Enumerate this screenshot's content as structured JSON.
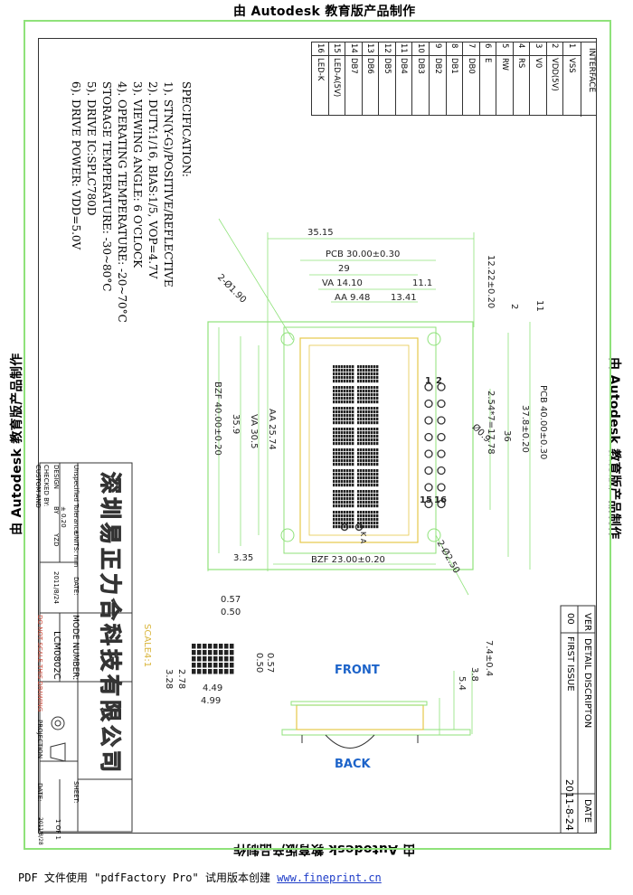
{
  "watermark": {
    "text": "由 Autodesk 教育版产品制作"
  },
  "interface_table": {
    "header": "INTERFACE",
    "rows": [
      {
        "no": "1",
        "name": "VSS"
      },
      {
        "no": "2",
        "name": "VDD(5V)"
      },
      {
        "no": "3",
        "name": "V0"
      },
      {
        "no": "4",
        "name": "RS"
      },
      {
        "no": "5",
        "name": "RW"
      },
      {
        "no": "6",
        "name": "E"
      },
      {
        "no": "7",
        "name": "DB0"
      },
      {
        "no": "8",
        "name": "DB1"
      },
      {
        "no": "9",
        "name": "DB2"
      },
      {
        "no": "10",
        "name": "DB3"
      },
      {
        "no": "11",
        "name": "DB4"
      },
      {
        "no": "12",
        "name": "DB5"
      },
      {
        "no": "13",
        "name": "DB6"
      },
      {
        "no": "14",
        "name": "DB7"
      },
      {
        "no": "15",
        "name": "LED-A(5V)"
      },
      {
        "no": "16",
        "name": "LED-K"
      }
    ]
  },
  "specification": {
    "title": "SPECIFICATION:",
    "lines": [
      "1). STN(Y-G)/POSITIVE/REFLECTIVE",
      "2). DUTY:1/16, BIAS:1/5, VOP=4.7V",
      "3). VIEWING ANGLE: 6 O'CLOCK",
      "4). OPERATING TEMPERATURE: -20~70°C",
      "     STORAGE TEMPERATURE: -30~80°C",
      "5). DRIVE IC:SPLC780D",
      "6). DRIVE POWER: VDD=5.0V"
    ]
  },
  "dimensions": {
    "d3515": "35.15",
    "pcb_width": "PCB 30.00±0.30",
    "d29": "29",
    "va_width": "VA 14.10",
    "d111": "11.1",
    "aa_width": "AA 9.48",
    "d1341": "13.41",
    "d1222": "12.22±0.20",
    "d2": "2",
    "d11": "11",
    "hole_top": "2-Ø1.90",
    "pin_pitch": "2.54*7=17.78",
    "d36": "36",
    "pcb_height": "PCB 40.00±0.30",
    "d378": "37.8±0.20",
    "pin_dia": "Ø0.9",
    "bzf_height": "BZF 40.00±0.20",
    "d359": "35.9",
    "va_height": "VA 30.5",
    "aa_height": "AA 25.74",
    "d335": "3.35",
    "bzf_width": "BZF 23.00±0.20",
    "hole_bottom": "2-Ø2.50",
    "pin_2": "2",
    "pin_1": "1",
    "pin_16": "16",
    "pin_15": "15",
    "ka": "K A",
    "d057a": "0.57",
    "d050a": "0.50",
    "d050b": "0.50",
    "d057b": "0.57",
    "d449": "4.49",
    "d499": "4.99",
    "d278": "2.78",
    "d328": "3.28",
    "scale": "SCALE4:1",
    "d74": "7.4±0.4",
    "d38": "3.8",
    "d54": "5.4"
  },
  "views": {
    "front": "FRONT",
    "back": "BACK"
  },
  "revision": {
    "header_ver": "VER",
    "header_desc": "DETAIL DISCRIPTON",
    "header_date": "DATE",
    "ver": "00",
    "desc": "FIRST ISSUE",
    "date": "2011-8-24"
  },
  "title_block": {
    "company": "深圳易正力合科技有限公司",
    "unspecified": "Unspecified Tolerance",
    "tol": "± 0.20",
    "units": "UNITS: mm",
    "design": "DESIGN",
    "by": "BY",
    "initials": "YZD",
    "date_label": "DATE:",
    "date_value": "2011/8/24",
    "checked": "CHECKED BY:",
    "custom": "CUSTOM AND",
    "mode_label": "MODE NUMBER:",
    "model": "LCM0802C",
    "noscale": "DO NOT SCALE THIS DRAWING",
    "projection": "PROJECTION",
    "sheet_label": "SHEET:",
    "sheet_value": "1 OF 1",
    "date2_label": "DATE:",
    "date2_value": "2011/8/28"
  },
  "footer": {
    "text": "PDF 文件使用 \"pdfFactory Pro\" 试用版本创建",
    "link": "www.fineprint.cn"
  }
}
